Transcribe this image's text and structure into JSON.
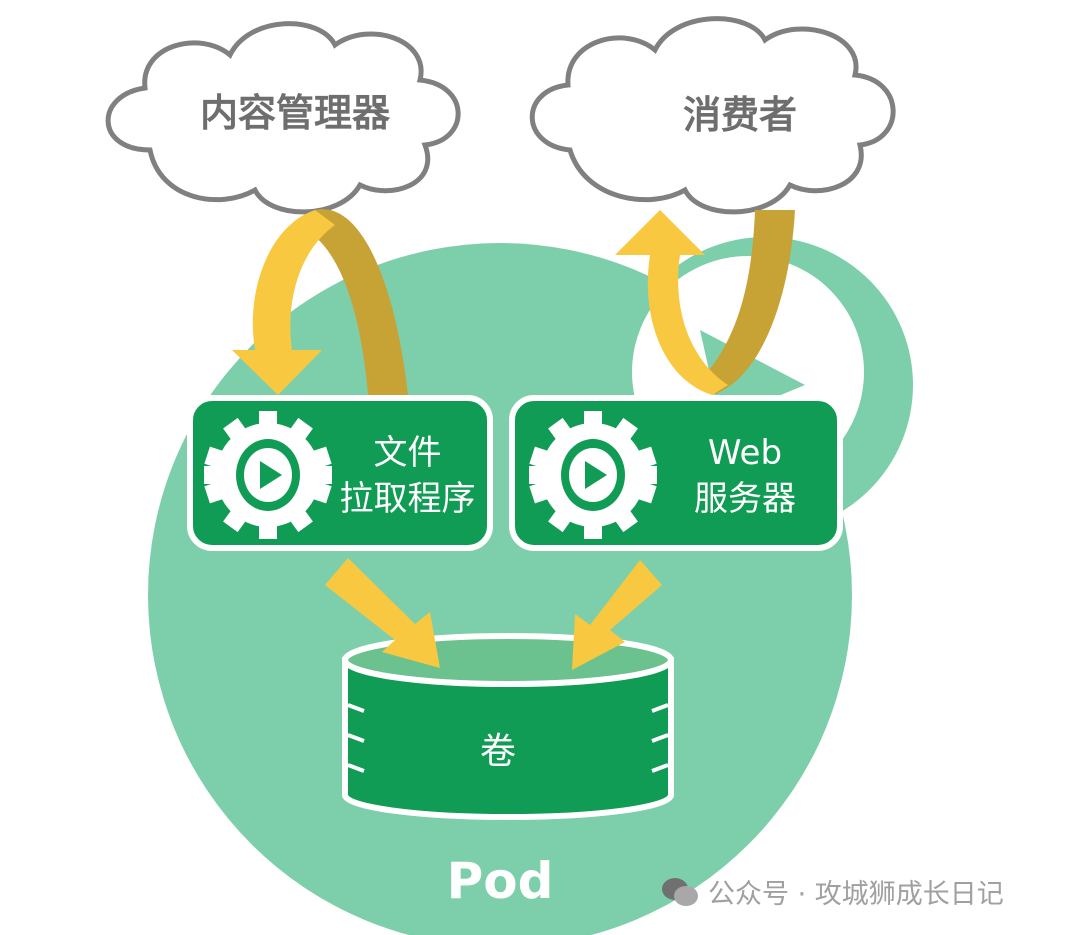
{
  "clouds": {
    "content_manager": "内容管理器",
    "consumer": "消费者"
  },
  "containers": {
    "file_puller": {
      "line1": "文件",
      "line2": "拉取程序"
    },
    "web_server": {
      "line1": "Web",
      "line2": "服务器"
    }
  },
  "volume": "卷",
  "pod": "Pod",
  "watermark": "公众号 · 攻城狮成长日记",
  "colors": {
    "pod": "#7dcfab",
    "container": "#119c55",
    "arrow": "#f8c840",
    "arrow_dark": "#c7a235",
    "cloud_stroke": "#808080"
  }
}
